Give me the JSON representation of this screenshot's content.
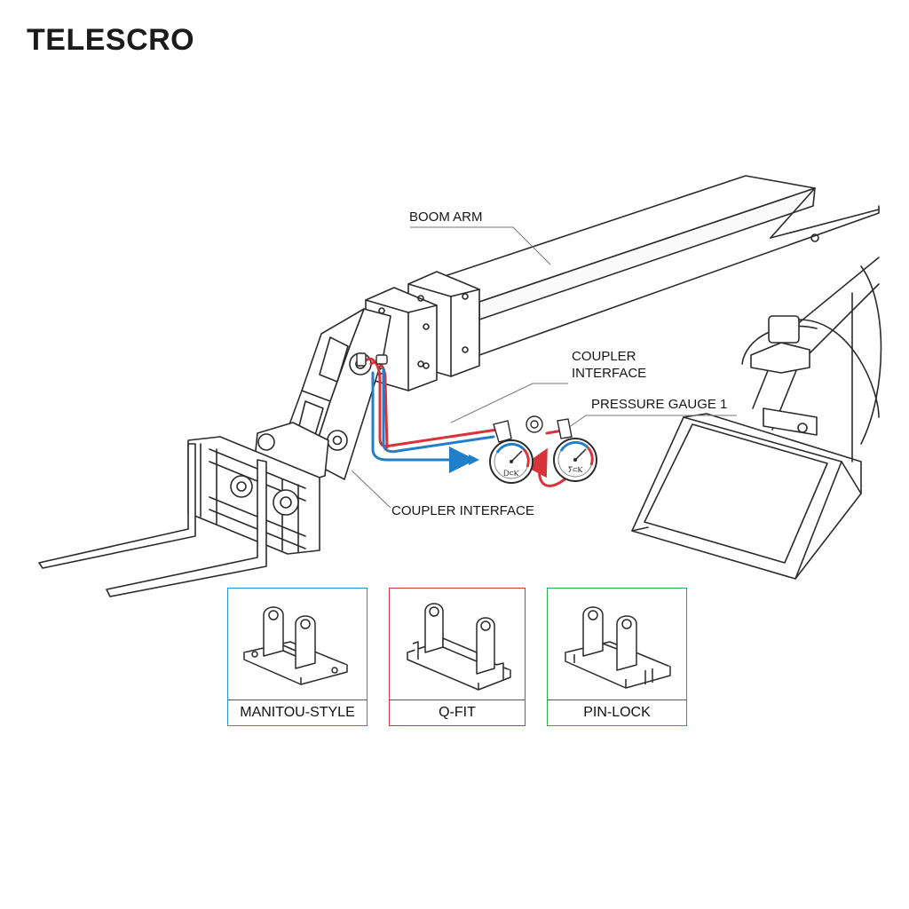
{
  "title": "TELESCRO",
  "callouts": {
    "boom_arm": "BOOM ARM",
    "coupler_interface_upper_line1": "COUPLER",
    "coupler_interface_upper_line2": "INTERFACE",
    "pressure_gauge": "PRESSURE GAUGE 1",
    "coupler_interface_lower": "COUPLER INTERFACE"
  },
  "gauges": [
    {
      "face_text": "Ꭰ⊂Ⲕ"
    },
    {
      "face_text": "ⵢ⊂Ⲕ"
    }
  ],
  "variants": [
    {
      "label": "MANITOU-STYLE",
      "color": "#2a8fd0"
    },
    {
      "label": "Q-FIT",
      "color": "#d8333a"
    },
    {
      "label": "PIN-LOCK",
      "color": "#2aa84a"
    }
  ],
  "colors": {
    "hydraulic_pressure": "#d8333a",
    "hydraulic_return": "#1f7fc8",
    "line_art": "#2b2b2b"
  },
  "icons": [
    "arrow-right-icon",
    "curved-arrow-icon",
    "pressure-gauge-icon"
  ]
}
